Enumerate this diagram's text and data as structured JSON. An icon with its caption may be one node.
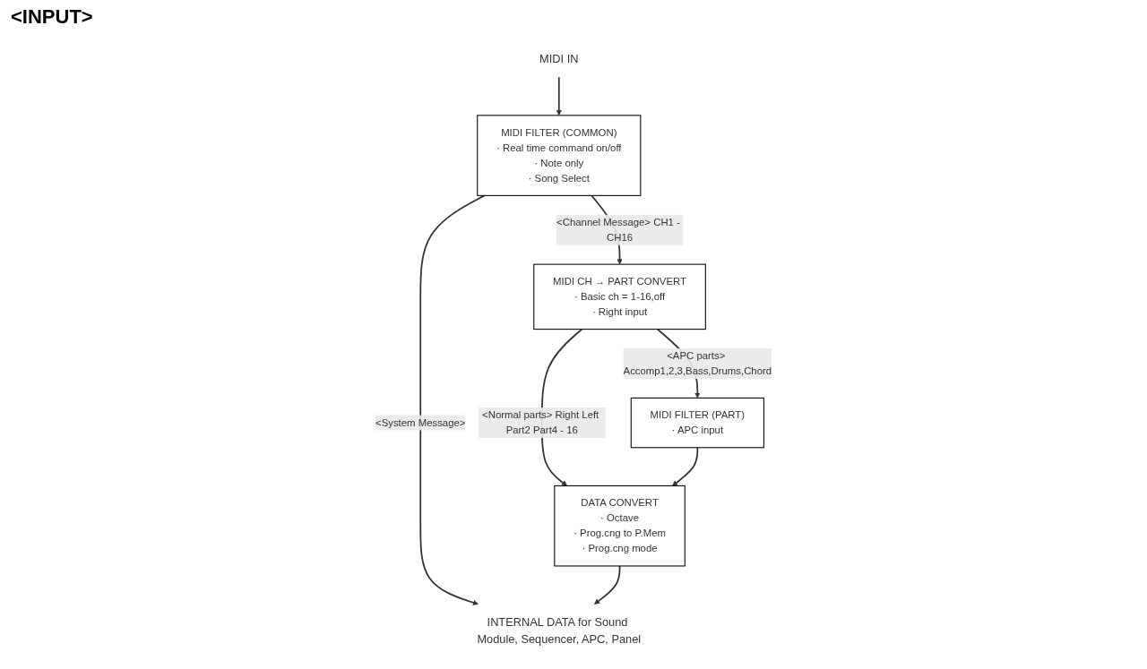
{
  "diagram": {
    "title": "<INPUT>",
    "nodes": [
      {
        "text": [
          "MIDI IN"
        ]
      },
      {
        "text": [
          "MIDI FILTER (COMMON)",
          "· Real time command on/off",
          "· Note only",
          "· Song Select"
        ]
      },
      {
        "text": [
          "MIDI CH → PART CONVERT",
          "· Basic ch = 1-16,off",
          "· Right input"
        ]
      },
      {
        "text": [
          "MIDI FILTER (PART)",
          "· APC input"
        ]
      },
      {
        "text": [
          "DATA CONVERT",
          "· Octave",
          "· Prog.cng to P.Mem",
          "· Prog.cng mode"
        ]
      },
      {
        "text": [
          "INTERNAL DATA for Sound Module, Sequencer, APC, Panel"
        ]
      }
    ],
    "edges": [
      {
        "from": 0,
        "to": 1,
        "arrow": "to"
      },
      {
        "from": 1,
        "to": 5,
        "arrow": "to",
        "label": "<System Message>"
      },
      {
        "from": 1,
        "to": 2,
        "arrow": "to",
        "label": "<Channel Message> CH1 - CH16"
      },
      {
        "from": 2,
        "to": 4,
        "arrow": "to",
        "label": "<Normal parts> Right Left Part2 Part4 - 16"
      },
      {
        "from": 2,
        "to": 3,
        "arrow": "to",
        "label": "<APC parts> Accomp1,2,3,Bass,Drums,Chord"
      },
      {
        "from": 3,
        "to": 4,
        "arrow": "to"
      },
      {
        "from": 4,
        "to": 5,
        "arrow": "to"
      }
    ]
  }
}
